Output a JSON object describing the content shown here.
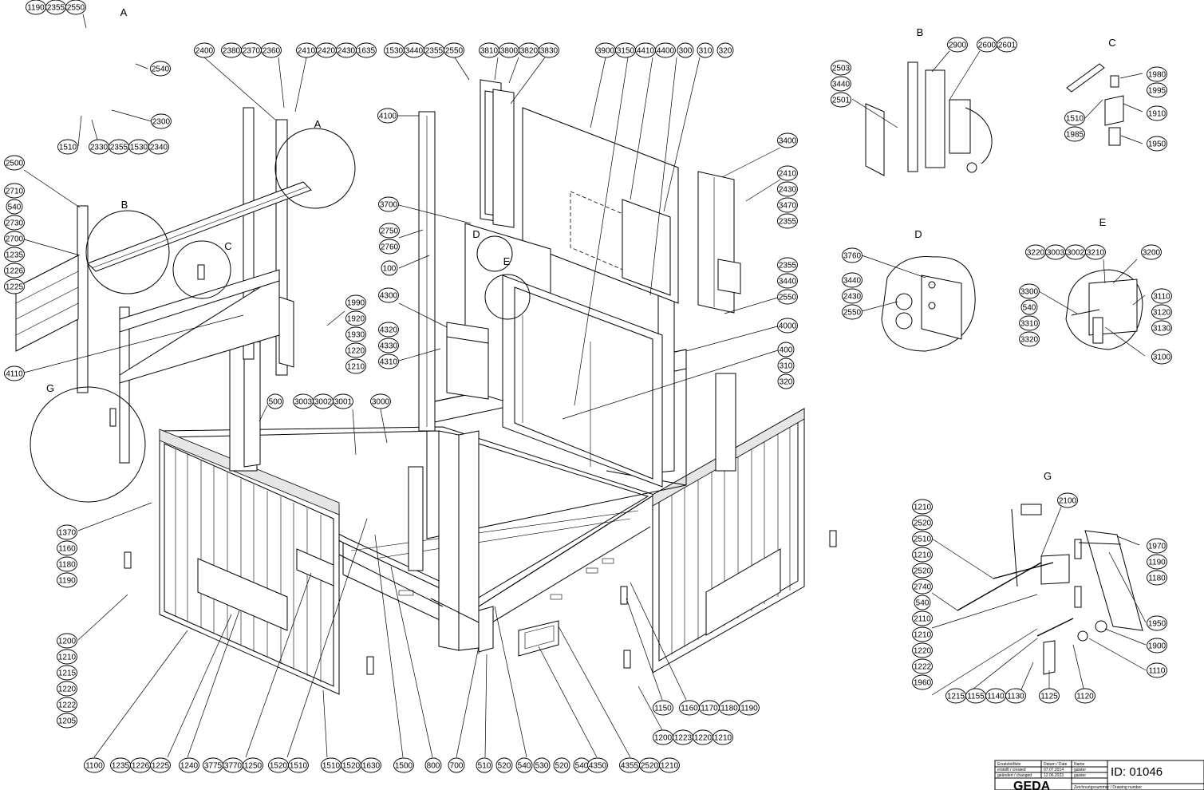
{
  "bubbles": {
    "top_left": [
      {
        "id": "tl1",
        "labels": [
          "1190",
          "2355",
          "2550"
        ]
      },
      {
        "id": "tl2",
        "labels": [
          "2540"
        ]
      },
      {
        "id": "tl3",
        "labels": [
          "2300"
        ]
      },
      {
        "id": "tl4",
        "labels": [
          "1510"
        ]
      },
      {
        "id": "tl5",
        "labels": [
          "2330",
          "2355",
          "1530",
          "2340"
        ]
      },
      {
        "id": "tl6",
        "labels": [
          "2400"
        ]
      },
      {
        "id": "tl7",
        "labels": [
          "2380",
          "2370",
          "2360"
        ]
      },
      {
        "id": "tl8",
        "labels": [
          "2410",
          "2420",
          "2430",
          "1635"
        ]
      },
      {
        "id": "tl9",
        "labels": [
          "1530",
          "3440",
          "2355",
          "2550"
        ]
      },
      {
        "id": "tl10",
        "labels": [
          "3810",
          "3800",
          "3820",
          "3830"
        ]
      },
      {
        "id": "tl11",
        "labels": [
          "3900",
          "3150",
          "4410",
          "4400",
          "300",
          "310",
          "320"
        ]
      }
    ],
    "left_column": [
      {
        "id": "lc1",
        "labels": [
          "2500"
        ]
      },
      {
        "id": "lc2",
        "labels": [
          "2710",
          "540",
          "2730",
          "2700",
          "1235",
          "1226",
          "1225"
        ],
        "vertical": true
      },
      {
        "id": "lc3",
        "labels": [
          "4110"
        ]
      },
      {
        "id": "lc4",
        "labels": [
          "1370",
          "1160",
          "1180",
          "1190"
        ],
        "vertical": true
      },
      {
        "id": "lc5",
        "labels": [
          "1200",
          "1210",
          "1215",
          "1220",
          "1222",
          "1205"
        ],
        "vertical": true
      }
    ],
    "center": [
      {
        "id": "c1",
        "labels": [
          "4100"
        ]
      },
      {
        "id": "c2",
        "labels": [
          "3700"
        ]
      },
      {
        "id": "c3",
        "labels": [
          "2750",
          "2760"
        ],
        "vertical": true
      },
      {
        "id": "c4",
        "labels": [
          "100"
        ]
      },
      {
        "id": "c5",
        "labels": [
          "4300"
        ]
      },
      {
        "id": "c6",
        "labels": [
          "4320",
          "4330",
          "4310"
        ],
        "vertical": true
      },
      {
        "id": "c7",
        "labels": [
          "1990",
          "1920",
          "1930",
          "1220",
          "1210"
        ],
        "vertical": true
      },
      {
        "id": "c8",
        "labels": [
          "3003",
          "3002",
          "3001"
        ]
      },
      {
        "id": "c9",
        "labels": [
          "3000"
        ]
      },
      {
        "id": "c10",
        "labels": [
          "500"
        ]
      },
      {
        "id": "c11",
        "labels": [
          "3400"
        ]
      },
      {
        "id": "c12",
        "labels": [
          "2410",
          "2430",
          "3470",
          "2355"
        ],
        "vertical": true
      },
      {
        "id": "c13",
        "labels": [
          "2355",
          "3440",
          "2550"
        ],
        "vertical": true
      },
      {
        "id": "c14",
        "labels": [
          "4000"
        ]
      },
      {
        "id": "c15",
        "labels": [
          "400",
          "310",
          "320"
        ],
        "vertical": true
      }
    ],
    "bottom_row": [
      {
        "id": "b1",
        "labels": [
          "1100"
        ]
      },
      {
        "id": "b2",
        "labels": [
          "1235",
          "1226",
          "1225"
        ]
      },
      {
        "id": "b3",
        "labels": [
          "1240"
        ]
      },
      {
        "id": "b4",
        "labels": [
          "3775",
          "3770",
          "1250"
        ]
      },
      {
        "id": "b5",
        "labels": [
          "1520",
          "1510"
        ]
      },
      {
        "id": "b6",
        "labels": [
          "1510",
          "1520",
          "1630"
        ]
      },
      {
        "id": "b7",
        "labels": [
          "1500"
        ]
      },
      {
        "id": "b8",
        "labels": [
          "800"
        ]
      },
      {
        "id": "b9",
        "labels": [
          "700"
        ]
      },
      {
        "id": "b10",
        "labels": [
          "510",
          "520",
          "540"
        ]
      },
      {
        "id": "b11",
        "labels": [
          "530",
          "520",
          "540"
        ]
      },
      {
        "id": "b12",
        "labels": [
          "4350"
        ]
      },
      {
        "id": "b13",
        "labels": [
          "4355",
          "2520",
          "1210"
        ]
      },
      {
        "id": "b14",
        "labels": [
          "1150"
        ]
      },
      {
        "id": "b15",
        "labels": [
          "1160",
          "1170",
          "1180",
          "1190"
        ]
      },
      {
        "id": "b16",
        "labels": [
          "1200",
          "1223",
          "1220",
          "1210"
        ]
      }
    ],
    "detail_b": [
      {
        "id": "db1",
        "labels": [
          "2900"
        ]
      },
      {
        "id": "db2",
        "labels": [
          "2600",
          "2601"
        ]
      },
      {
        "id": "db3",
        "labels": [
          "2503",
          "3440",
          "2501"
        ],
        "vertical": true
      }
    ],
    "detail_c": [
      {
        "id": "dc1",
        "labels": [
          "1980",
          "1995"
        ],
        "vertical": true
      },
      {
        "id": "dc2",
        "labels": [
          "1910"
        ]
      },
      {
        "id": "dc3",
        "labels": [
          "1950"
        ]
      },
      {
        "id": "dc4",
        "labels": [
          "1510",
          "1985"
        ],
        "vertical": true
      }
    ],
    "detail_d": [
      {
        "id": "dd1",
        "labels": [
          "3760"
        ]
      },
      {
        "id": "dd2",
        "labels": [
          "3440",
          "2430",
          "2550"
        ],
        "vertical": true
      }
    ],
    "detail_e": [
      {
        "id": "de1",
        "labels": [
          "3220",
          "3003",
          "3002",
          "3210"
        ]
      },
      {
        "id": "de2",
        "labels": [
          "3200"
        ]
      },
      {
        "id": "de3",
        "labels": [
          "3300",
          "540",
          "3310",
          "3320"
        ],
        "vertical": true
      },
      {
        "id": "de4",
        "labels": [
          "3110",
          "3120",
          "3130"
        ],
        "vertical": true
      },
      {
        "id": "de5",
        "labels": [
          "3100"
        ]
      }
    ],
    "detail_g": [
      {
        "id": "dg1",
        "labels": [
          "1210",
          "2520",
          "2510",
          "1210",
          "2520",
          "2740",
          "540",
          "2110",
          "1210",
          "1220",
          "1222",
          "1960"
        ],
        "vertical": true
      },
      {
        "id": "dg2",
        "labels": [
          "2100"
        ]
      },
      {
        "id": "dg3",
        "labels": [
          "1970",
          "1190",
          "1180"
        ],
        "vertical": true
      },
      {
        "id": "dg4",
        "labels": [
          "1950"
        ]
      },
      {
        "id": "dg5",
        "labels": [
          "1900"
        ]
      },
      {
        "id": "dg6",
        "labels": [
          "1110"
        ]
      },
      {
        "id": "dg7",
        "labels": [
          "1215",
          "1155",
          "1140",
          "1130"
        ]
      },
      {
        "id": "dg8",
        "labels": [
          "1125"
        ]
      },
      {
        "id": "dg9",
        "labels": [
          "1120"
        ]
      }
    ]
  },
  "section_letters": {
    "a_top": "A",
    "a_main": "A",
    "b_main": "B",
    "c_main": "C",
    "d_main": "D",
    "e_main": "E",
    "g_main": "G",
    "b_detail": "B",
    "c_detail": "C",
    "d_detail": "D",
    "e_detail": "E",
    "g_detail": "G"
  },
  "title_block": {
    "row1": [
      "Ersatzteilliste",
      "Datum / Date",
      "Name"
    ],
    "row2": [
      "erstellt / created",
      "07.07.2014",
      "gaister"
    ],
    "row3": [
      "geändert / changed",
      "12.06.2023",
      "gaister"
    ],
    "drawing_label": "Zeichnungsnummer / Drawing number",
    "id_text": "ID: 01046",
    "logo": "GEDA"
  }
}
